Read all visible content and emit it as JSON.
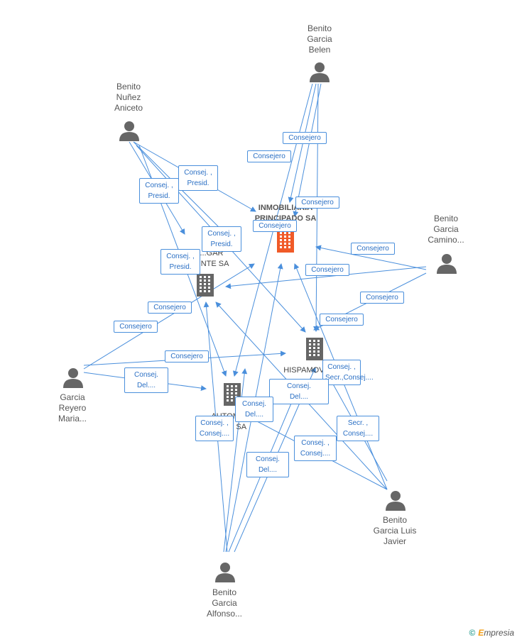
{
  "persons": [
    {
      "id": "belen",
      "label": "Benito\nGarcia\nBelen"
    },
    {
      "id": "aniceto",
      "label": "Benito\nNuñez\nAniceto"
    },
    {
      "id": "camino",
      "label": "Benito\nGarcia\nCamino..."
    },
    {
      "id": "maria",
      "label": "Garcia\nReyero\nMaria..."
    },
    {
      "id": "luis",
      "label": "Benito\nGarcia Luis\nJavier"
    },
    {
      "id": "alfonso",
      "label": "Benito\nGarcia\nAlfonso..."
    }
  ],
  "companies": [
    {
      "id": "inmo",
      "label": "INMOBILIARIA\nPRINCIPADO SA",
      "highlight": true
    },
    {
      "id": "mo",
      "label": "MO...\n...GAR\n...NTE SA",
      "highlight": false
    },
    {
      "id": "hispa",
      "label": "HISPAMOV...",
      "highlight": false
    },
    {
      "id": "auto",
      "label": "AUTOMO...\n...AN SA",
      "highlight": false
    }
  ],
  "edge_labels": [
    "Consejero",
    "Consejero",
    "Consej. ,\nPresid.",
    "Consej. ,\nPresid.",
    "Consejero",
    "Consejero",
    "Consej. ,\nPresid.",
    "Consej. ,\nPresid.",
    "Consejero",
    "Consejero",
    "Consejero",
    "Consejero",
    "Consejero",
    "Consejero",
    "Consejero",
    "Consej.\nDel....",
    "Consej. ,\nSecr.,Consej....",
    "Consej.\nDel....",
    "Consej.\nDel....",
    "Consej. ,\nConsej....",
    "Secr. ,\nConsej....",
    "Consej. ,\nConsej....",
    "Consej.\nDel...."
  ],
  "colors": {
    "edge": "#4a8fdc",
    "icon": "#666666",
    "highlight": "#f05a28"
  },
  "footer": {
    "copyright": "©",
    "brand_e": "E",
    "brand_rest": "mpresia"
  }
}
